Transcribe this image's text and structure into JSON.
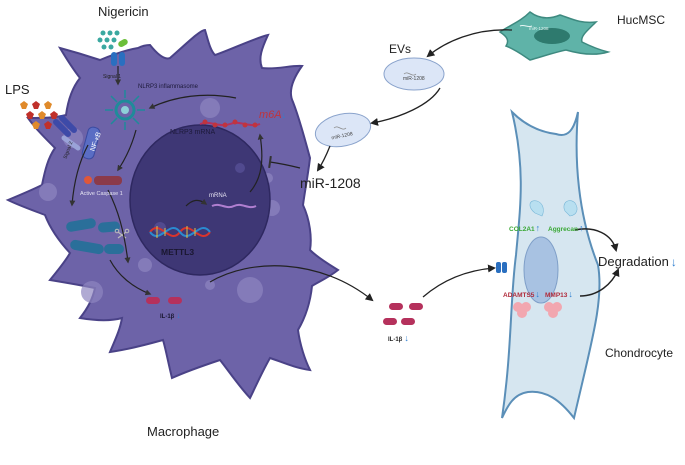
{
  "labels": {
    "nigericin": "Nigericin",
    "lps": "LPS",
    "signal1": "Signal 1",
    "signal2": "Signal 2",
    "nfkb": "NF-κB",
    "nlrp3_inflammasome": "NLRP3 inflammasome",
    "nlrp3_mrna": "NLRP3 mRNA",
    "m6a": "m6A",
    "active_caspase1": "Active Caspase 1",
    "mrna": "mRNA",
    "mettl3": "METTL3",
    "il1b_inside": "IL-1β",
    "il1b_outside": "IL-1β",
    "macrophage": "Macrophage",
    "hucmsc": "HucMSC",
    "mir_in_msc": "miR-1208",
    "evs": "EVs",
    "mir_ev1": "miR-1208",
    "mir_ev2": "miR-1208",
    "mir1208": "miR-1208",
    "col2a1": "COL2A1",
    "aggrecan": "Aggrecan",
    "adamts5": "ADAMTS5",
    "mmp13": "MMP13",
    "degradation": "Degradation",
    "chondrocyte": "Chondrocyte"
  },
  "arrows": {
    "up": "↑",
    "down": "↓"
  },
  "colors": {
    "macrophage_body": "#6d63a8",
    "macrophage_outline": "#4a4287",
    "nucleus": "#3e3775",
    "chondrocyte_fill": "#d6e6f0",
    "chondrocyte_outline": "#5b8fb8",
    "msc_cell": "#5fb3a8",
    "il1b": "#b5315c",
    "m6a_red": "#c0343d",
    "arrow_blue": "#2f7fd0",
    "green_text": "#3aa835",
    "red_text": "#b02a3a"
  }
}
